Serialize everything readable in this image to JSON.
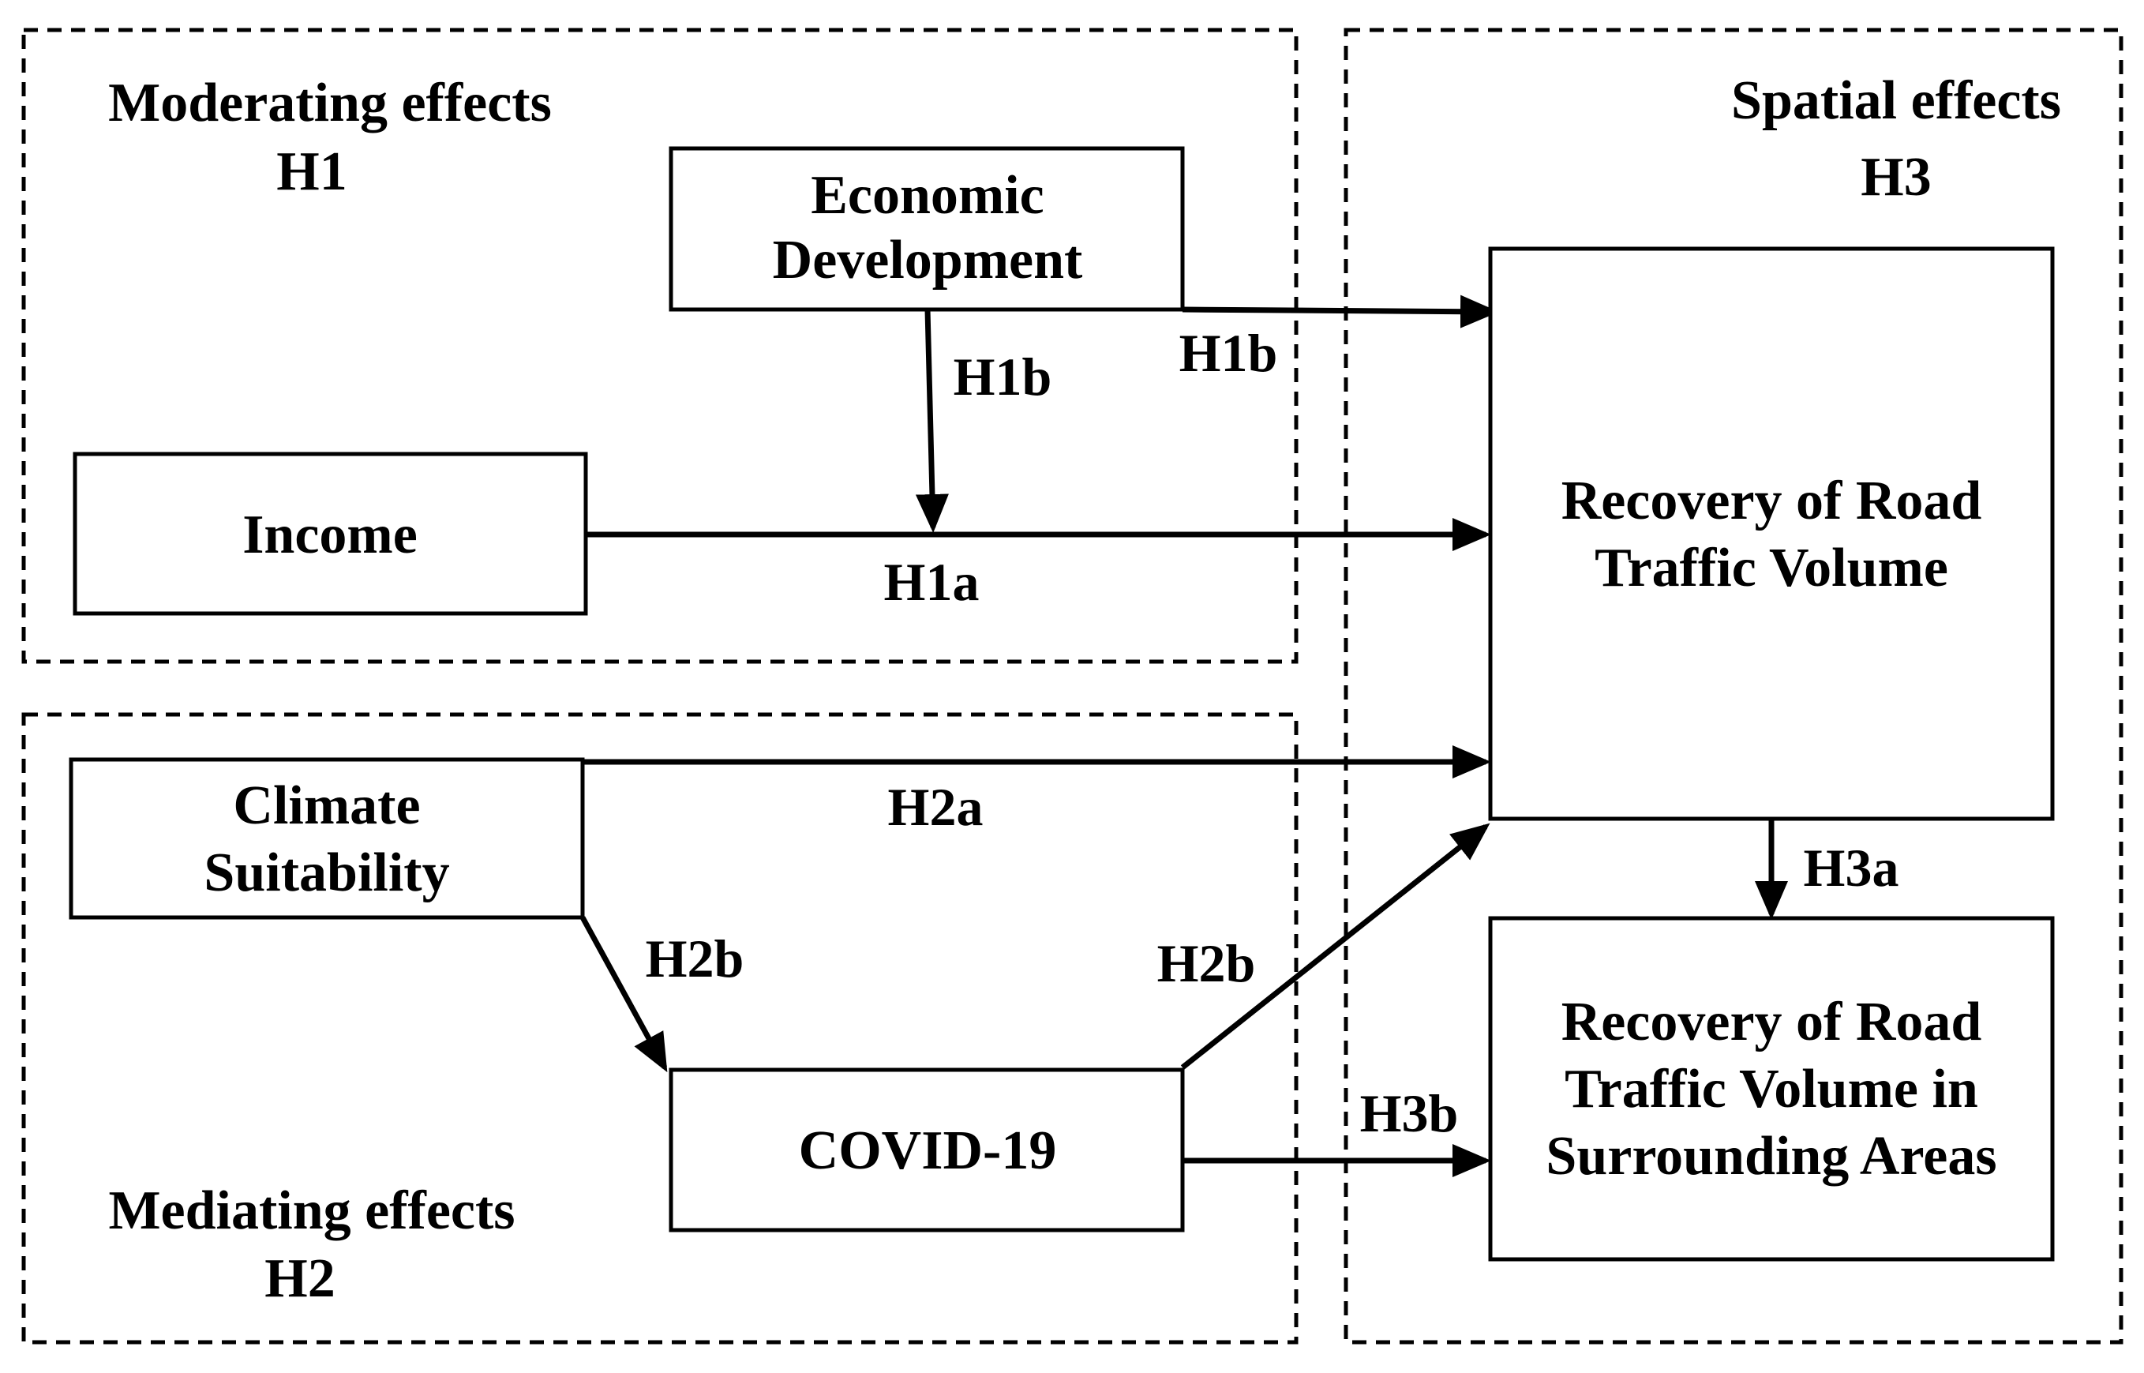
{
  "regions": {
    "moderating": {
      "title": "Moderating effects",
      "code": "H1"
    },
    "mediating": {
      "title": "Mediating effects",
      "code": "H2"
    },
    "spatial": {
      "title": "Spatial effects",
      "code": "H3"
    }
  },
  "nodes": {
    "economic": [
      "Economic",
      "Development"
    ],
    "income": "Income",
    "climate": [
      "Climate",
      "Suitability"
    ],
    "covid": "COVID-19",
    "recovery": [
      "Recovery of Road",
      "Traffic Volume"
    ],
    "surrounding": [
      "Recovery of Road",
      "Traffic Volume in",
      "Surrounding Areas"
    ]
  },
  "edge_labels": {
    "econ_to_recovery": "H1b",
    "econ_to_income_path": "H1b",
    "income_to_recovery": "H1a",
    "climate_to_recovery": "H2a",
    "climate_to_covid": "H2b",
    "covid_to_recovery": "H2b",
    "recovery_to_surrounding": "H3a",
    "covid_to_surrounding": "H3b"
  }
}
